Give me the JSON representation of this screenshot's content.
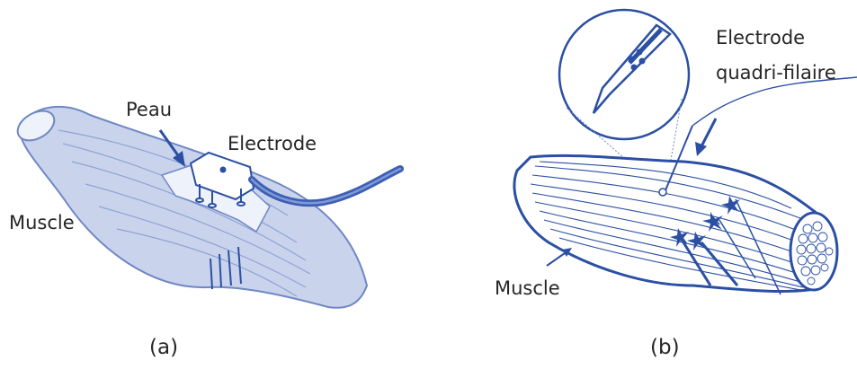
{
  "panel_a": {
    "label_skin": "Peau",
    "label_electrode": "Electrode",
    "label_muscle": "Muscle",
    "caption": "(a)"
  },
  "panel_b": {
    "label_electrode_line1": "Electrode",
    "label_electrode_line2": "quadri-filaire",
    "label_muscle": "Muscle",
    "caption": "(b)"
  },
  "colors": {
    "ink": "#2b4fa3",
    "muscle_fill": "#c9d4ec",
    "skin_fill": "#eef2fa",
    "electrode_fill": "#ffffff",
    "cable": "#3d5fb3",
    "text": "#262626"
  }
}
